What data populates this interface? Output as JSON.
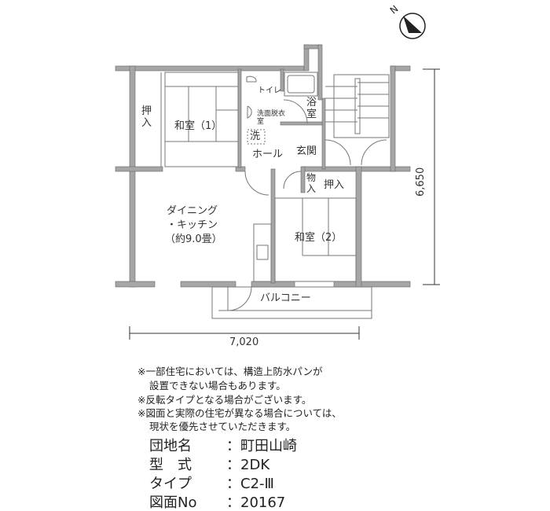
{
  "plan": {
    "rooms": {
      "oshiire1": "押入",
      "washitsu1": "和室（1）",
      "toilet": "トイレ",
      "washroom": "洗面脱衣室",
      "washer": "洗",
      "bath": "浴室",
      "hall": "ホール",
      "entrance": "玄関",
      "storage": "物入",
      "oshiire2": "押入",
      "dk_line1": "ダイニング",
      "dk_line2": "・キッチン",
      "dk_line3": "（約9.0畳）",
      "washitsu2": "和室（2）",
      "balcony": "バルコニー"
    },
    "dim_width": "7,020",
    "dim_depth": "6,650",
    "compass": "N"
  },
  "notes": [
    "※一部住宅においては、構造上防水パンが",
    "設置できない場合もあります。",
    "※反転タイプとなる場合がございます。",
    "※図面と実際の住宅が異なる場合については、",
    "現状を優先させていただきます。"
  ],
  "info": [
    {
      "label": "団地名",
      "value": "町田山崎"
    },
    {
      "label": "型　式",
      "value": "2DK"
    },
    {
      "label": "タイプ",
      "value": "C2-Ⅲ"
    },
    {
      "label": "図面No",
      "value": "20167"
    }
  ]
}
